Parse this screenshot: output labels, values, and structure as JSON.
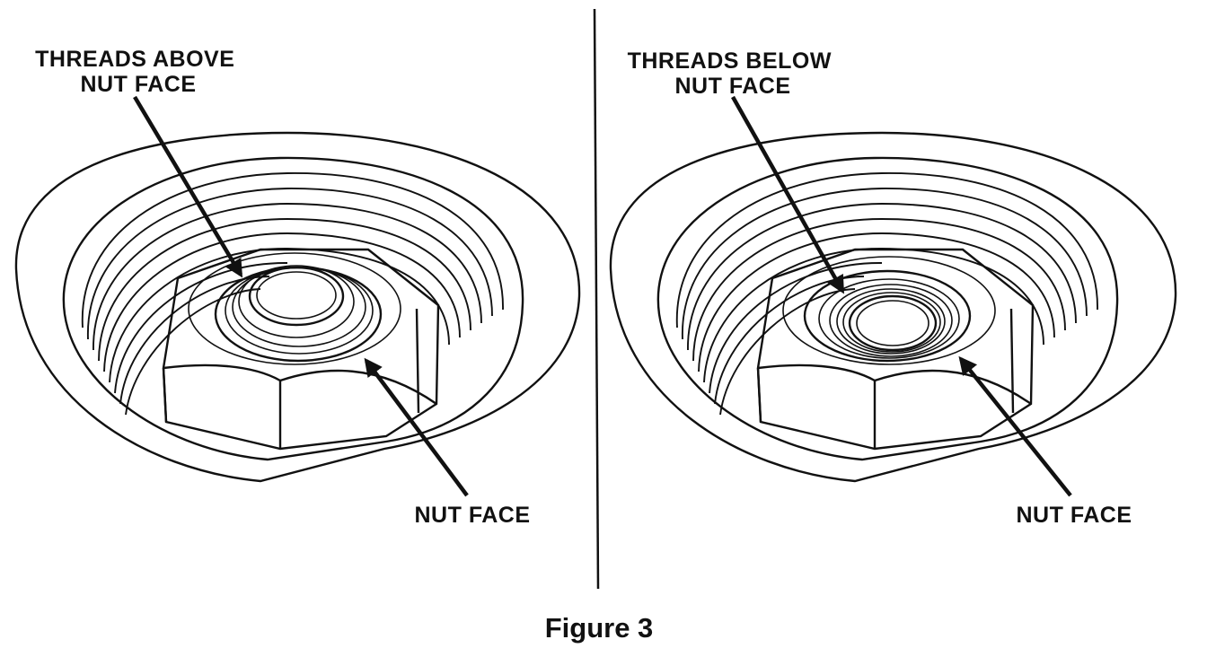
{
  "panels": [
    {
      "id": "left",
      "thread_label_lines": [
        "THREADS ABOVE",
        "NUT FACE"
      ],
      "face_label": "NUT FACE"
    },
    {
      "id": "right",
      "thread_label_lines": [
        "THREADS BELOW",
        "NUT FACE"
      ],
      "face_label": "NUT FACE"
    }
  ],
  "caption": "Figure 3",
  "colors": {
    "ink": "#111111",
    "paper": "#ffffff"
  }
}
